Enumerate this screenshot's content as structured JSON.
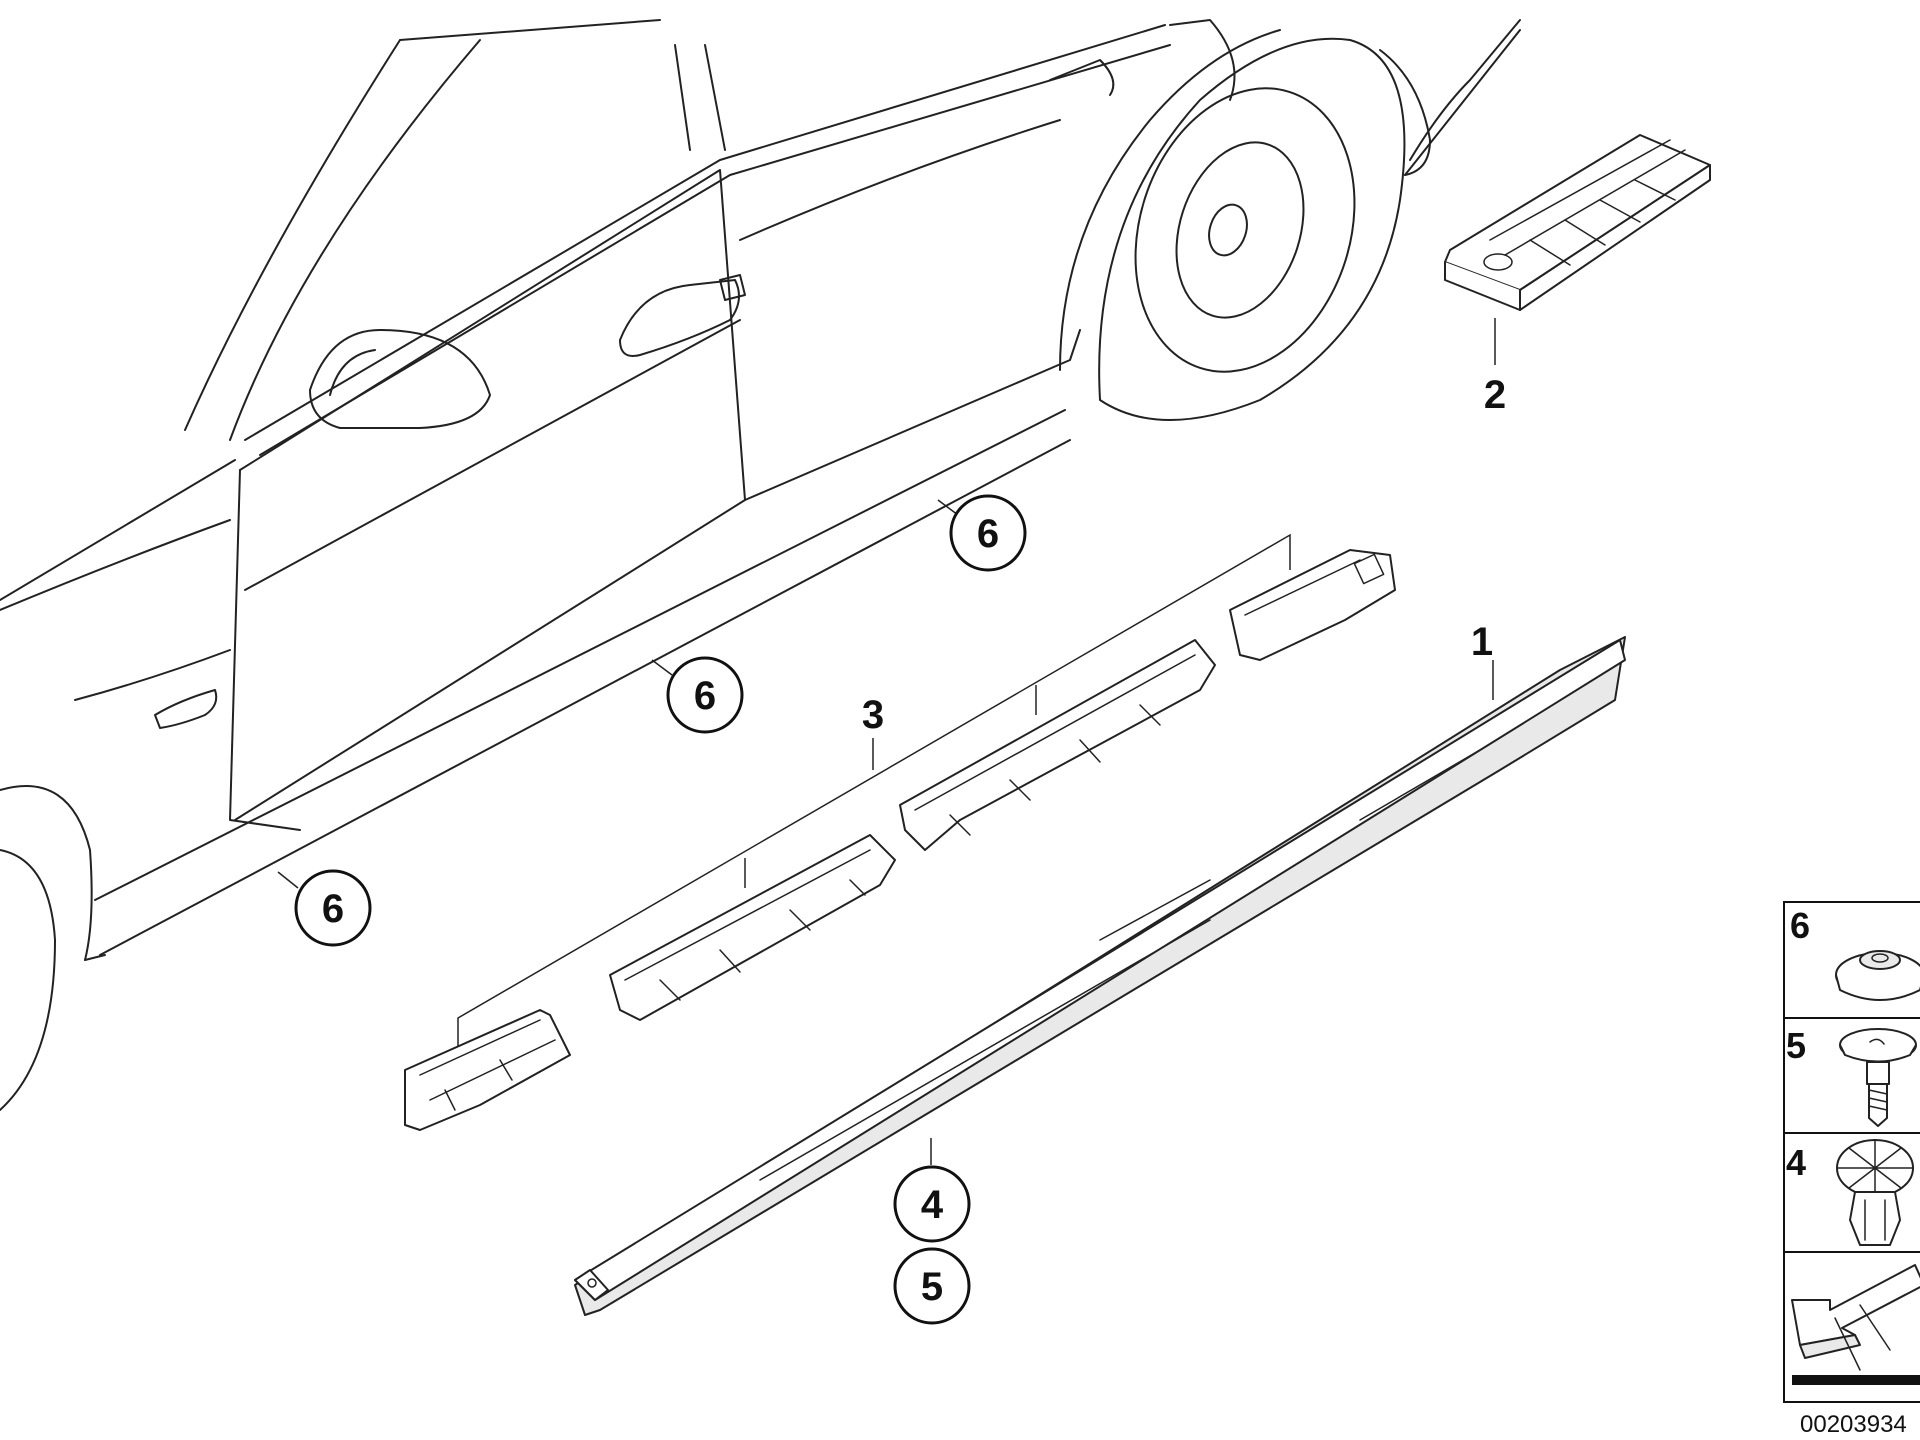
{
  "callouts": {
    "c1": "1",
    "c2": "2",
    "c3": "3",
    "c4": "4",
    "c5": "5",
    "c6a": "6",
    "c6b": "6",
    "c6c": "6"
  },
  "legend": {
    "items": [
      {
        "num": "6",
        "icon": "grommet-icon"
      },
      {
        "num": "5",
        "icon": "screw-icon"
      },
      {
        "num": "4",
        "icon": "expanding-rivet-icon"
      },
      {
        "num": "",
        "icon": "arrow-icon"
      }
    ]
  },
  "footer": {
    "diagram_id": "00203934"
  }
}
